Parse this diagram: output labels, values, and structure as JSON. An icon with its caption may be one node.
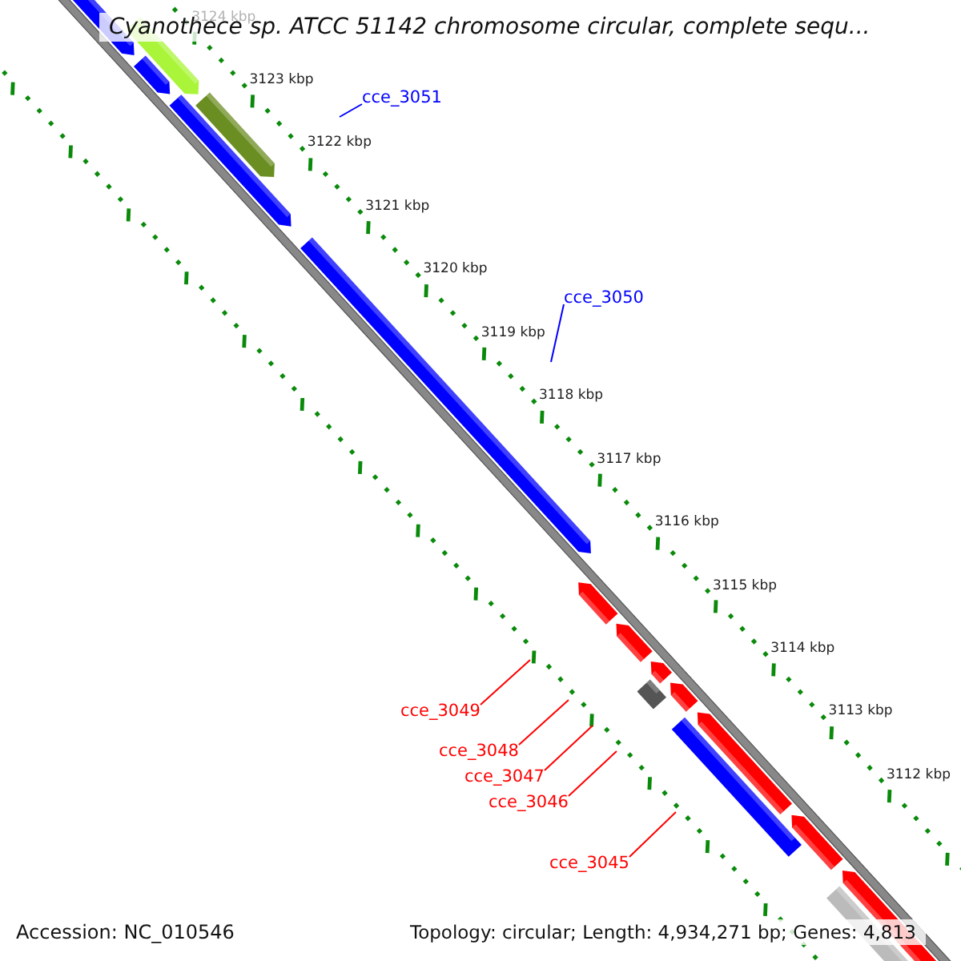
{
  "diagram": {
    "title": "Cyanothece sp. ATCC 51142 chromosome circular, complete sequ...",
    "nodes": [
      {
        "text": [
          "cce_3051"
        ]
      },
      {
        "text": [
          "cce_3050"
        ]
      },
      {
        "text": [
          "cce_3049"
        ]
      },
      {
        "text": [
          "cce_3048"
        ]
      },
      {
        "text": [
          "cce_3047"
        ]
      },
      {
        "text": [
          "cce_3046"
        ]
      },
      {
        "text": [
          "cce_3045"
        ]
      }
    ],
    "edges": [
      {
        "from": 0,
        "to": null,
        "arrow": "none",
        "color": "#0000ff"
      },
      {
        "from": 1,
        "to": null,
        "arrow": "none",
        "color": "#0000ff"
      },
      {
        "from": 2,
        "to": null,
        "arrow": "none"
      },
      {
        "from": 3,
        "to": null,
        "arrow": "none"
      },
      {
        "from": 4,
        "to": null,
        "arrow": "none"
      },
      {
        "from": 5,
        "to": null,
        "arrow": "none"
      },
      {
        "from": 6,
        "to": null,
        "arrow": "none"
      }
    ],
    "labels": [
      "3124 kbp",
      "3123 kbp",
      "3122 kbp",
      "3121 kbp",
      "3120 kbp",
      "3119 kbp",
      "3118 kbp",
      "3117 kbp",
      "3116 kbp",
      "3115 kbp",
      "3114 kbp",
      "3113 kbp",
      "3112 kbp",
      "Accession: NC_010546",
      "Topology: circular; Length: 4,934,271 bp; Genes: 4,813"
    ]
  }
}
